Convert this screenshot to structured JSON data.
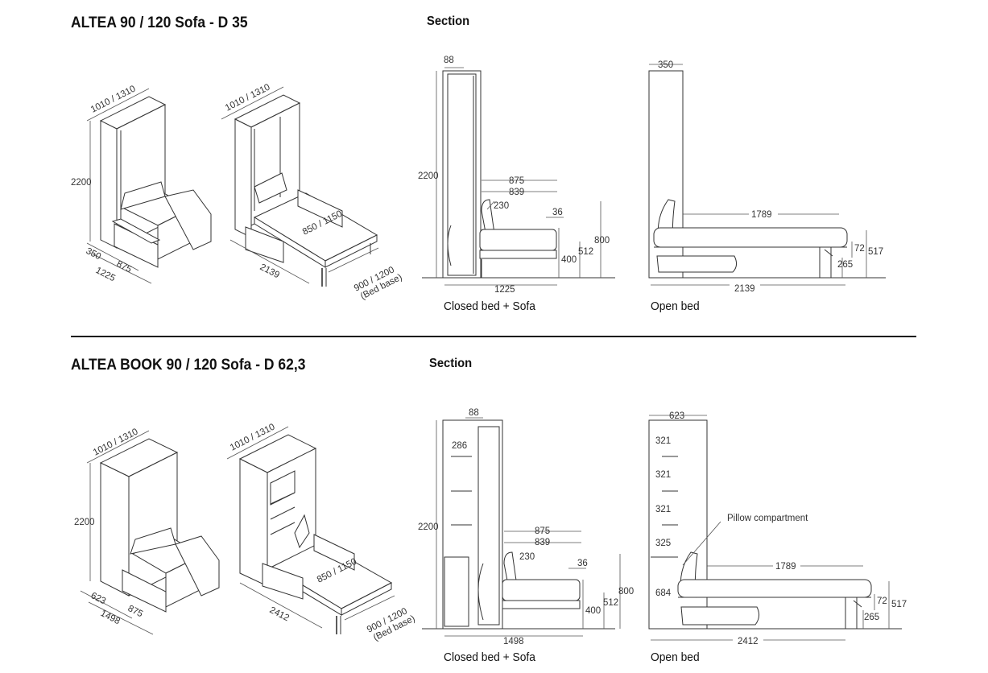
{
  "top": {
    "title": "ALTEA 90 / 120 Sofa - D 35",
    "section_label": "Section",
    "iso_closed": {
      "width": "1010 / 1310",
      "height": "2200",
      "d1": "350",
      "d2": "875",
      "d3": "1225"
    },
    "iso_open": {
      "width": "1010 / 1310",
      "bed": "850 / 1150",
      "depth": "2139",
      "base": "900 / 1200",
      "base_note": "(Bed base)"
    },
    "closed": {
      "top": "88",
      "height": "2200",
      "d875": "875",
      "d839": "839",
      "d230": "230",
      "d36": "36",
      "d800": "800",
      "d512": "512",
      "d400": "400",
      "bottom": "1225",
      "caption": "Closed bed + Sofa"
    },
    "open": {
      "top": "350",
      "d1789": "1789",
      "d72": "72",
      "d517": "517",
      "d265": "265",
      "bottom": "2139",
      "caption": "Open bed"
    }
  },
  "bottom": {
    "title": "ALTEA BOOK 90 / 120 Sofa - D 62,3",
    "section_label": "Section",
    "iso_closed": {
      "width": "1010 / 1310",
      "height": "2200",
      "d1": "623",
      "d2": "875",
      "d3": "1498"
    },
    "iso_open": {
      "width": "1010 / 1310",
      "bed": "850 / 1150",
      "depth": "2412",
      "base": "900 / 1200",
      "base_note": "(Bed base)"
    },
    "closed": {
      "top": "88",
      "d286": "286",
      "height": "2200",
      "d875": "875",
      "d839": "839",
      "d230": "230",
      "d36": "36",
      "d800": "800",
      "d512": "512",
      "d400": "400",
      "bottom": "1498",
      "caption": "Closed bed + Sofa"
    },
    "open": {
      "top": "623",
      "s1": "321",
      "s2": "321",
      "s3": "321",
      "s4": "325",
      "d684": "684",
      "pillow": "Pillow compartment",
      "d1789": "1789",
      "d72": "72",
      "d517": "517",
      "d265": "265",
      "bottom": "2412",
      "caption": "Open bed"
    }
  }
}
